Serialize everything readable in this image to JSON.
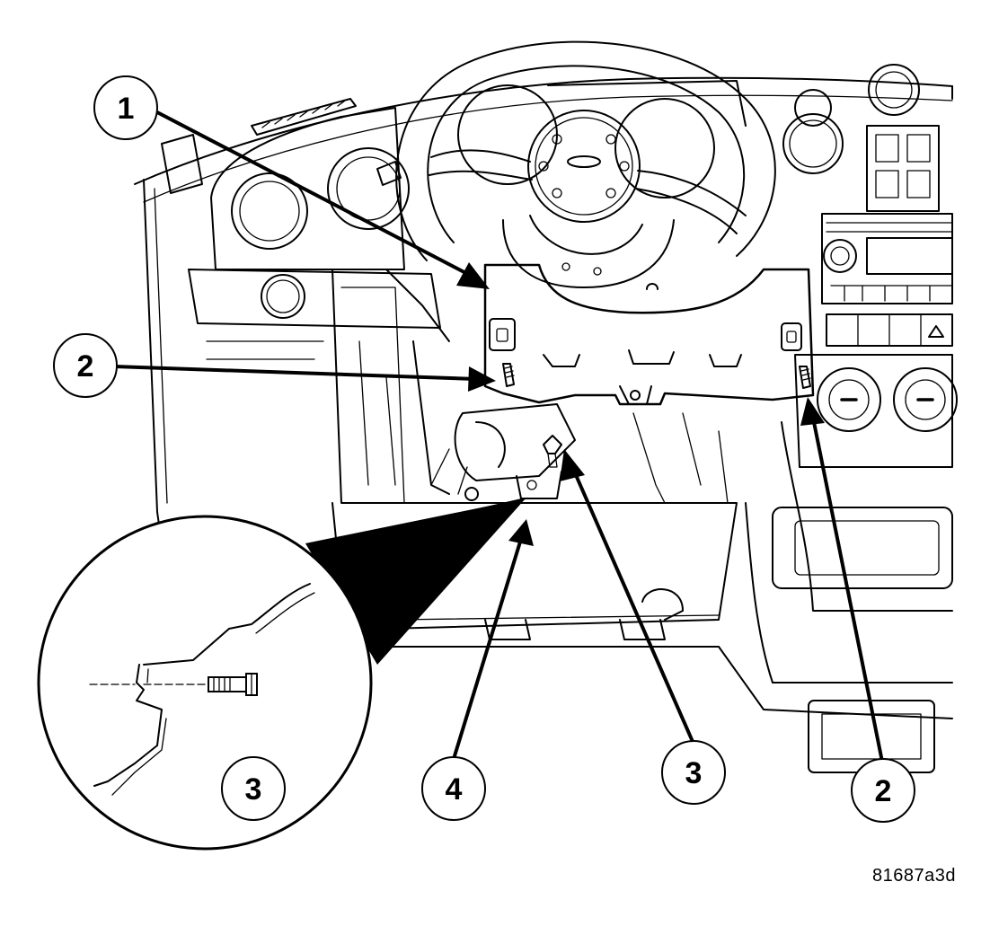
{
  "callouts": [
    {
      "id": "callout-1",
      "label": "1"
    },
    {
      "id": "callout-2-left",
      "label": "2"
    },
    {
      "id": "callout-3-detail",
      "label": "3"
    },
    {
      "id": "callout-4",
      "label": "4"
    },
    {
      "id": "callout-3-main",
      "label": "3"
    },
    {
      "id": "callout-2-right",
      "label": "2"
    }
  ],
  "figure_id": "81687a3d",
  "colors": {
    "line": "#000000",
    "background": "#ffffff"
  }
}
